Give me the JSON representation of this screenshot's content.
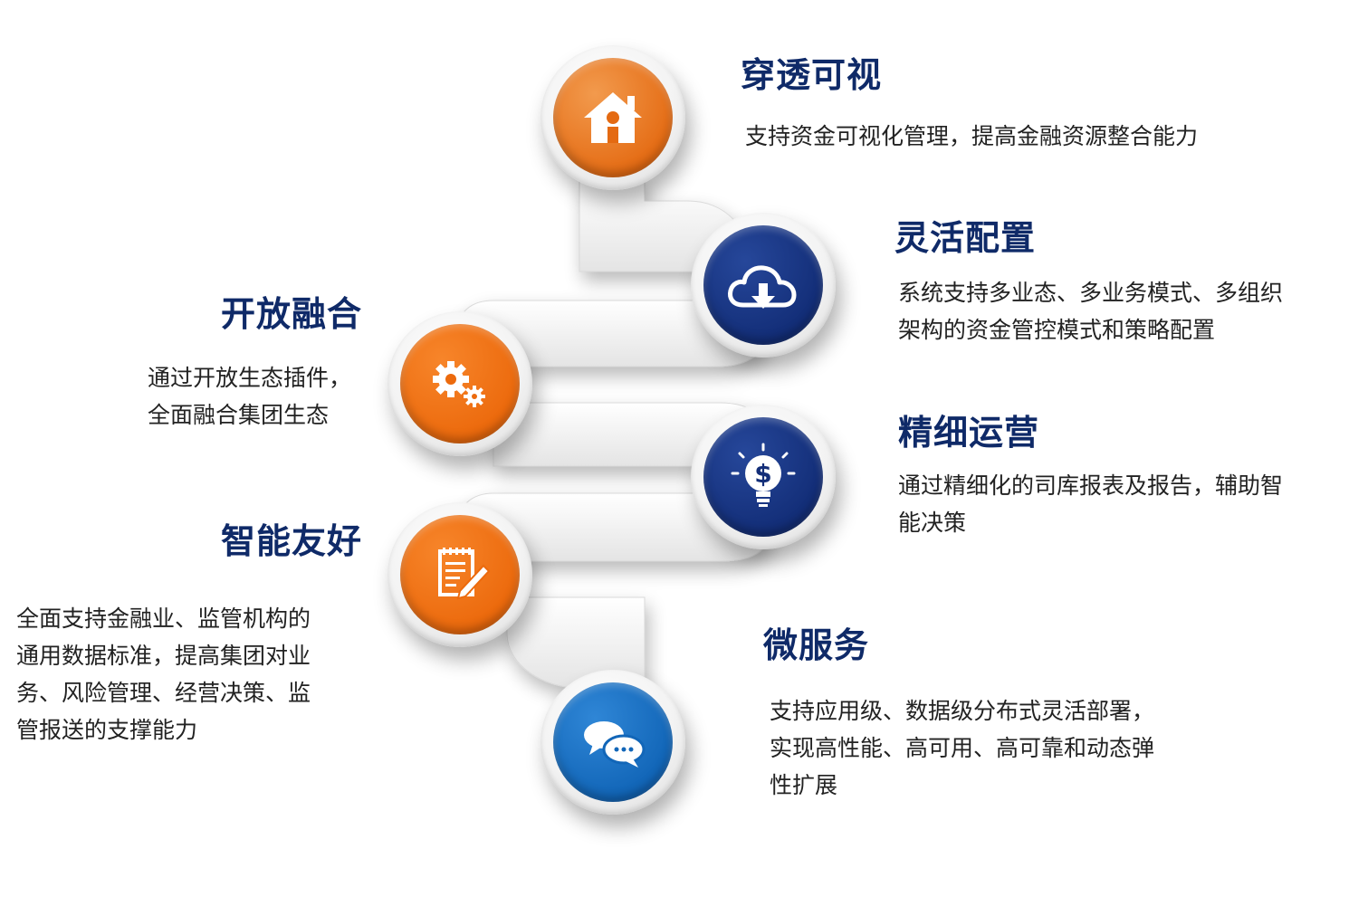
{
  "colors": {
    "title": "#0f2a68",
    "text": "#222222",
    "orange_light": "#f29a4d",
    "orange": "#e46a12",
    "navy_light": "#26479a",
    "navy": "#0d2260",
    "blue_light": "#2f86d6",
    "blue": "#0b4f9a"
  },
  "features": [
    {
      "id": "penetration-visibility",
      "title": "穿透可视",
      "desc": [
        "支持资金可视化管理，提高金融资源整合能力"
      ],
      "icon": "house-icon"
    },
    {
      "id": "flexible-config",
      "title": "灵活配置",
      "desc": [
        "系统支持多业态、多业务模式、多组织",
        "架构的资金管控模式和策略配置"
      ],
      "icon": "cloud-download-icon"
    },
    {
      "id": "open-integration",
      "title": "开放融合",
      "desc": [
        "通过开放生态插件，",
        "全面融合集团生态"
      ],
      "icon": "gears-icon"
    },
    {
      "id": "fine-operation",
      "title": "精细运营",
      "desc": [
        "通过精细化的司库报表及报告，辅助智",
        "能决策"
      ],
      "icon": "dollar-bulb-icon"
    },
    {
      "id": "smart-friendly",
      "title": "智能友好",
      "desc": [
        "全面支持金融业、监管机构的",
        "通用数据标准，提高集团对业",
        "务、风险管理、经营决策、监",
        "管报送的支撑能力"
      ],
      "icon": "document-pen-icon"
    },
    {
      "id": "microservice",
      "title": "微服务",
      "desc": [
        "支持应用级、数据级分布式灵活部署，",
        "实现高性能、高可用、高可靠和动态弹",
        "性扩展"
      ],
      "icon": "chat-bubbles-icon"
    }
  ]
}
